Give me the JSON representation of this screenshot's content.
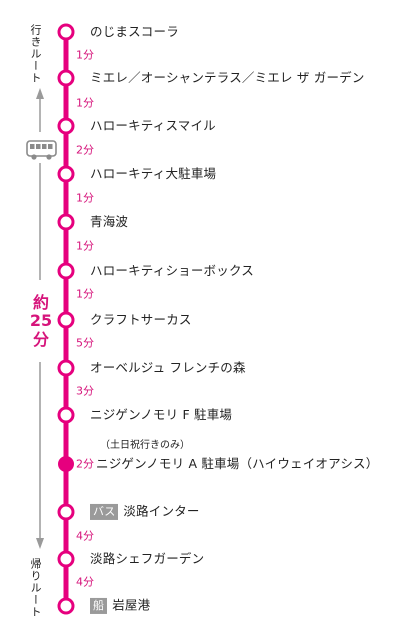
{
  "colors": {
    "route": "#e6007e",
    "time_text": "#d6147b",
    "arrow": "#9a9a9a",
    "tag_bg": "#9a9a9a"
  },
  "outbound_label": "行きルート",
  "return_label": "帰りルート",
  "total_time": {
    "line1": "約",
    "line2": "25",
    "line3": "分"
  },
  "bus_icon": "bus-icon",
  "stops": [
    {
      "name": "のじまスコーラ"
    },
    {
      "name": "ミエレ／オーシャンテラス／ミエレ ザ ガーデン"
    },
    {
      "name": "ハローキティスマイル"
    },
    {
      "name": "ハローキティ大駐車場"
    },
    {
      "name": "青海波"
    },
    {
      "name": "ハローキティショーボックス"
    },
    {
      "name": "クラフトサーカス"
    },
    {
      "name": "オーベルジュ フレンチの森"
    },
    {
      "name": "ニジゲンノモリ F 駐車場"
    },
    {
      "name": "ニジゲンノモリ A 駐車場（ハイウェイオアシス）",
      "note": "（土日祝行きのみ）",
      "filled": true
    },
    {
      "name": "淡路インター",
      "tag": "バス"
    },
    {
      "name": "淡路シェフガーデン"
    },
    {
      "name": "岩屋港",
      "tag": "船"
    }
  ],
  "times": [
    "1分",
    "1分",
    "2分",
    "1分",
    "1分",
    "1分",
    "5分",
    "3分",
    "2分",
    "4分",
    "4分"
  ]
}
